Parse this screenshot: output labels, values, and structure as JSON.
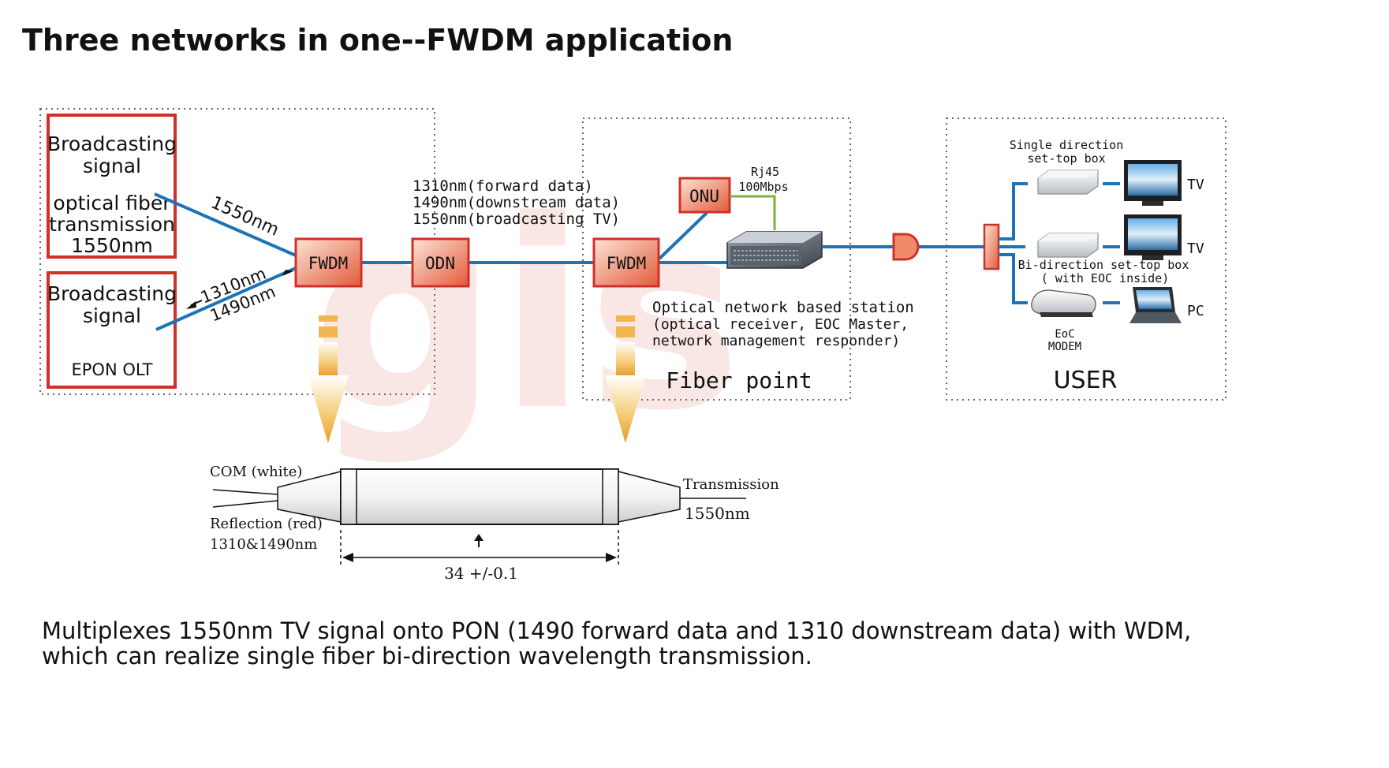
{
  "title": "Three networks in one--FWDM application",
  "watermark": "gis",
  "head_end": {
    "broadcast_box": {
      "line1": "Broadcasting",
      "line2": "signal",
      "line3": "optical fiber",
      "line4": "transmission",
      "line5": "1550nm"
    },
    "epon_box": {
      "line1": "Broadcasting",
      "line2": "signal",
      "line3": "EPON OLT"
    },
    "label_1550": "1550nm",
    "label_1310": "1310nm",
    "label_1490": "1490nm"
  },
  "nodes": {
    "fwdm_left": "FWDM",
    "odn": "ODN",
    "fwdm_right": "FWDM",
    "onu": "ONU"
  },
  "wavelengths": {
    "line1": "1310nm(forward data)",
    "line2": "1490nm(downstream data)",
    "line3": "1550nm(broadcasting TV)"
  },
  "fiber_point": {
    "rj45_line1": "Rj45",
    "rj45_line2": "100Mbps",
    "station_line1": "Optical network based station",
    "station_line2": "(optical receiver, EOC Master,",
    "station_line3": "network management responder)",
    "label": "Fiber point"
  },
  "user": {
    "stb1_line1": "Single direction",
    "stb1_line2": "set-top box",
    "tv1": "TV",
    "tv2": "TV",
    "stb2_line1": "Bi-direction set-top box",
    "stb2_line2": "( with EOC inside)",
    "modem_line1": "EoC",
    "modem_line2": "MODEM",
    "pc": "PC",
    "label": "USER"
  },
  "device": {
    "com": "COM (white)",
    "reflection_line1": "Reflection (red)",
    "reflection_line2": "1310&1490nm",
    "transmission_line1": "Transmission",
    "transmission_line2": "1550nm",
    "length": "34 +/-0.1"
  },
  "caption": {
    "line1": "Multiplexes 1550nm TV signal onto PON (1490 forward data and 1310 downstream data) with WDM,",
    "line2": "which can realize single fiber bi-direction wavelength transmission."
  },
  "colors": {
    "fiber": "#1e73b8",
    "box_border": "#d0302a",
    "node_fill": "#f08a6a",
    "arrow": "#f2b650",
    "rj45_line": "#7cb342"
  }
}
